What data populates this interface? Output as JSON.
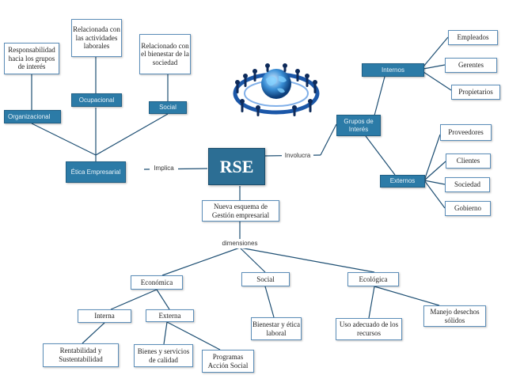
{
  "central": {
    "title": "RSE"
  },
  "links_text": {
    "implica": "Implica",
    "involucra": "Involucra",
    "dimensiones": "dimensiones"
  },
  "etica": {
    "label": "Ética Empresarial",
    "organizacional": "Organizacional",
    "ocupacional": "Ocupacional",
    "social": "Social",
    "responsabilidad": "Responsabilidad hacia los grupos de interés",
    "relacionada": "Relacionada con las actividades laborales",
    "relacionado": "Relacionado con el bienestar de la sociedad"
  },
  "grupos": {
    "label": "Grupos de Interés",
    "internos": "Internos",
    "externos": "Externos",
    "empleados": "Empleados",
    "gerentes": "Gerentes",
    "propietarios": "Propietarios",
    "proveedores": "Proveedores",
    "clientes": "Clientes",
    "sociedad": "Sociedad",
    "gobierno": "Gobierno"
  },
  "esquema": {
    "label": "Nueva esquema de Gestión empresarial",
    "economica": "Económica",
    "social": "Social",
    "ecologica": "Ecológica",
    "interna": "Interna",
    "externa": "Externa",
    "rentabilidad": "Rentabilidad y Sustentabilidad",
    "bienes": "Bienes y servicios de calidad",
    "programas": "Programas Acción Social",
    "bienestar": "Bienestar y ética laboral",
    "uso": "Uso adecuado de los recursos",
    "manejo": "Manejo desechos sólidos"
  },
  "colors": {
    "node_blue": "#2c7ba7",
    "line": "#1e4f73",
    "border": "#5b8db8"
  },
  "icons": {
    "logo": "globe-with-people-circle"
  }
}
